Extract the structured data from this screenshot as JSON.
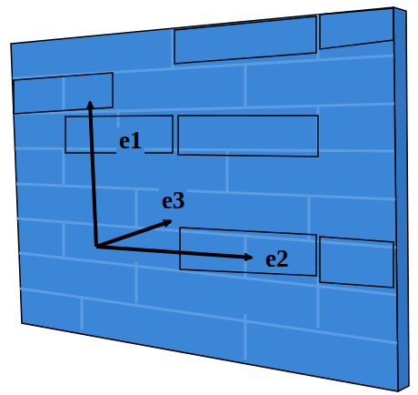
{
  "diagram": {
    "labels": [
      "e1",
      "e2",
      "e3"
    ]
  }
}
